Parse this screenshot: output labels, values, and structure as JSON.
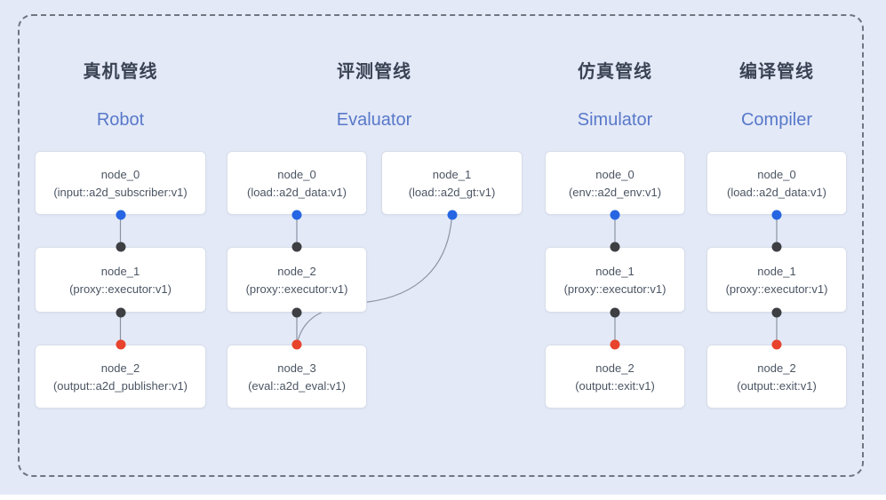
{
  "diagram": {
    "pipelines": [
      {
        "title_zh": "真机管线",
        "title_en": "Robot",
        "nodes": [
          {
            "name": "node_0",
            "type": "(input::a2d_subscriber:v1)"
          },
          {
            "name": "node_1",
            "type": "(proxy::executor:v1)"
          },
          {
            "name": "node_2",
            "type": "(output::a2d_publisher:v1)"
          }
        ]
      },
      {
        "title_zh": "评测管线",
        "title_en": "Evaluator",
        "nodes": [
          {
            "name": "node_0",
            "type": "(load::a2d_data:v1)"
          },
          {
            "name": "node_1",
            "type": "(load::a2d_gt:v1)"
          },
          {
            "name": "node_2",
            "type": "(proxy::executor:v1)"
          },
          {
            "name": "node_3",
            "type": "(eval::a2d_eval:v1)"
          }
        ]
      },
      {
        "title_zh": "仿真管线",
        "title_en": "Simulator",
        "nodes": [
          {
            "name": "node_0",
            "type": "(env::a2d_env:v1)"
          },
          {
            "name": "node_1",
            "type": "(proxy::executor:v1)"
          },
          {
            "name": "node_2",
            "type": "(output::exit:v1)"
          }
        ]
      },
      {
        "title_zh": "编译管线",
        "title_en": "Compiler",
        "nodes": [
          {
            "name": "node_0",
            "type": "(load::a2d_data:v1)"
          },
          {
            "name": "node_1",
            "type": "(proxy::executor:v1)"
          },
          {
            "name": "node_2",
            "type": "(output::exit:v1)"
          }
        ]
      }
    ],
    "colors": {
      "background": "#e3e9f7",
      "dashed_border": "#6f7680",
      "node_bg": "#ffffff",
      "node_border": "#d8dee9",
      "edge": "#8b93a3",
      "port_blue": "#2666e2",
      "port_black": "#3d3f42",
      "port_red": "#e8432d",
      "title_zh_color": "#3a4354",
      "title_en_color": "#5878c9",
      "node_text": "#4b5563"
    }
  }
}
